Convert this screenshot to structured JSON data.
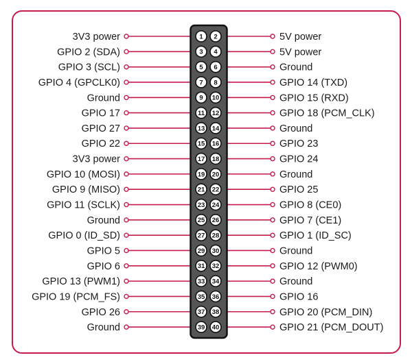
{
  "title": "Raspberry Pi GPIO pinout",
  "colors": {
    "accent": "#c51a4a",
    "header": "#555555",
    "border": "#111111"
  },
  "rows": [
    {
      "left": "3V3 power",
      "right": "5V power",
      "pins": [
        1,
        2
      ]
    },
    {
      "left": "GPIO 2 (SDA)",
      "right": "5V power",
      "pins": [
        3,
        4
      ]
    },
    {
      "left": "GPIO 3 (SCL)",
      "right": "Ground",
      "pins": [
        5,
        6
      ]
    },
    {
      "left": "GPIO 4 (GPCLK0)",
      "right": "GPIO 14 (TXD)",
      "pins": [
        7,
        8
      ]
    },
    {
      "left": "Ground",
      "right": "GPIO 15 (RXD)",
      "pins": [
        9,
        10
      ]
    },
    {
      "left": "GPIO 17",
      "right": "GPIO 18 (PCM_CLK)",
      "pins": [
        11,
        12
      ]
    },
    {
      "left": "GPIO 27",
      "right": "Ground",
      "pins": [
        13,
        14
      ]
    },
    {
      "left": "GPIO 22",
      "right": "GPIO 23",
      "pins": [
        15,
        16
      ]
    },
    {
      "left": "3V3 power",
      "right": "GPIO 24",
      "pins": [
        17,
        18
      ]
    },
    {
      "left": "GPIO 10 (MOSI)",
      "right": "Ground",
      "pins": [
        19,
        20
      ]
    },
    {
      "left": "GPIO 9 (MISO)",
      "right": "GPIO 25",
      "pins": [
        21,
        22
      ]
    },
    {
      "left": "GPIO 11 (SCLK)",
      "right": "GPIO 8 (CE0)",
      "pins": [
        23,
        24
      ]
    },
    {
      "left": "Ground",
      "right": "GPIO 7 (CE1)",
      "pins": [
        25,
        26
      ]
    },
    {
      "left": "GPIO 0 (ID_SD)",
      "right": "GPIO 1 (ID_SC)",
      "pins": [
        27,
        28
      ]
    },
    {
      "left": "GPIO 5",
      "right": "Ground",
      "pins": [
        29,
        30
      ]
    },
    {
      "left": "GPIO 6",
      "right": "GPIO 12 (PWM0)",
      "pins": [
        31,
        32
      ]
    },
    {
      "left": "GPIO 13 (PWM1)",
      "right": "Ground",
      "pins": [
        33,
        34
      ]
    },
    {
      "left": "GPIO 19 (PCM_FS)",
      "right": "GPIO 16",
      "pins": [
        35,
        36
      ]
    },
    {
      "left": "GPIO 26",
      "right": "GPIO 20 (PCM_DIN)",
      "pins": [
        37,
        38
      ]
    },
    {
      "left": "Ground",
      "right": "GPIO 21 (PCM_DOUT)",
      "pins": [
        39,
        40
      ]
    }
  ]
}
